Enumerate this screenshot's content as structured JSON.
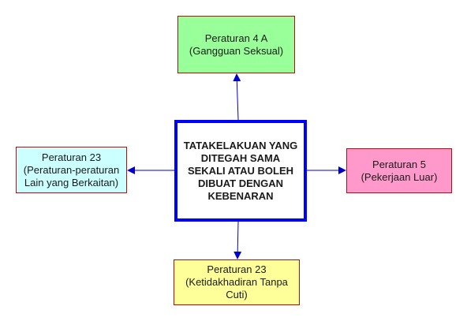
{
  "diagram": {
    "center": {
      "lines": [
        "TATAKELAKUAN YANG",
        "DITEGAH SAMA",
        "SEKALI ATAU BOLEH",
        "DIBUAT DENGAN",
        "KEBENARAN"
      ],
      "border_color": "#0000ff",
      "fill": "#ffffff"
    },
    "nodes": {
      "top": {
        "lines": [
          "Peraturan 4 A",
          "(Gangguan Seksual)"
        ],
        "fill": "#99ff99"
      },
      "left": {
        "lines": [
          "Peraturan 23",
          "(Peraturan-peraturan",
          "Lain yang Berkaitan)"
        ],
        "fill": "#ccffff"
      },
      "right": {
        "lines": [
          "Peraturan 5",
          "(Pekerjaan Luar)"
        ],
        "fill": "#ff99cc"
      },
      "bottom": {
        "lines": [
          "Peraturan 23",
          "(Ketidakhadiran Tanpa",
          "Cuti)"
        ],
        "fill": "#ffff99"
      }
    },
    "edges": [
      {
        "from": "center",
        "to": "top"
      },
      {
        "from": "center",
        "to": "left"
      },
      {
        "from": "center",
        "to": "right"
      },
      {
        "from": "center",
        "to": "bottom"
      }
    ],
    "node_border_color": "#b01010",
    "arrow_color": "#0000cc"
  }
}
